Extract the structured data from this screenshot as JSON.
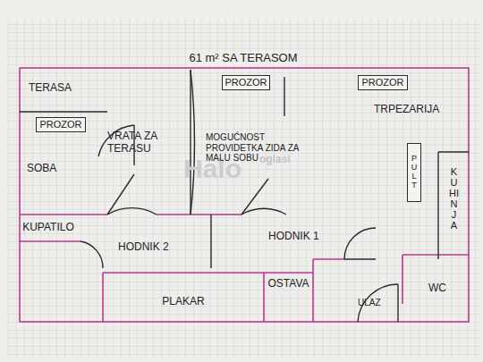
{
  "diagram": {
    "title": "61 m² SA TERASOM",
    "nodes": [
      {
        "text": [
          "PROZOR"
        ]
      },
      {
        "text": [
          "PROZOR"
        ]
      },
      {
        "text": [
          "PROZOR"
        ]
      },
      {
        "text": [
          "PULT"
        ]
      },
      {
        "text": [
          "KUPATILO"
        ]
      },
      {
        "text": [
          "PLAKAR"
        ]
      },
      {
        "text": [
          "OSTAVA"
        ]
      },
      {
        "text": [
          "WC"
        ]
      }
    ],
    "labels": [
      "TERASA",
      "VRATA ZA TERASU",
      "SOBA",
      "MOGUĆNOST PROVIDETKA ZIDA ZA MALU SOBU",
      "TRPEZARIJA",
      "KUHINJA",
      "HODNIK 2",
      "HODNIK 1",
      "ULAZ",
      "Halo",
      "oglasi"
    ]
  }
}
